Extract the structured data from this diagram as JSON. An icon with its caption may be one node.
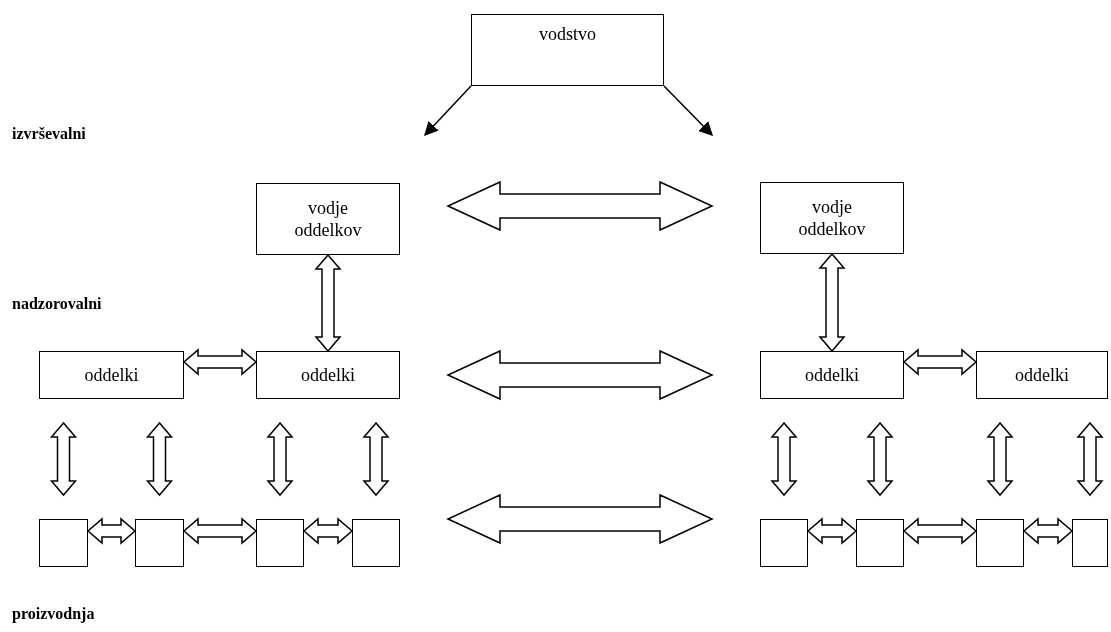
{
  "diagram": {
    "nodes": [
      {
        "text": [
          "vodstvo"
        ]
      },
      {
        "text": [
          "vodje oddelkov"
        ]
      },
      {
        "text": [
          "vodje oddelkov"
        ]
      },
      {
        "text": [
          "oddelki"
        ]
      },
      {
        "text": [
          "oddelki"
        ]
      },
      {
        "text": [
          "oddelki"
        ]
      },
      {
        "text": [
          "oddelki"
        ]
      },
      {
        "text": [],
        "shape": "box"
      },
      {
        "text": [],
        "shape": "box"
      },
      {
        "text": [],
        "shape": "box"
      },
      {
        "text": [],
        "shape": "box"
      },
      {
        "text": [],
        "shape": "box"
      },
      {
        "text": [],
        "shape": "box"
      },
      {
        "text": [],
        "shape": "box"
      },
      {
        "text": [],
        "shape": "box"
      }
    ],
    "edges": [
      {
        "from": 0,
        "to": null,
        "arrow": "to"
      },
      {
        "from": 0,
        "to": null,
        "arrow": "to"
      },
      {
        "from": 1,
        "to": 2,
        "arrow": "both"
      },
      {
        "from": 1,
        "to": 4,
        "arrow": "both"
      },
      {
        "from": 2,
        "to": 5,
        "arrow": "both"
      },
      {
        "from": 3,
        "to": 4,
        "arrow": "both"
      },
      {
        "from": 4,
        "to": 5,
        "arrow": "both"
      },
      {
        "from": 5,
        "to": 6,
        "arrow": "both"
      },
      {
        "from": 3,
        "to": 7,
        "arrow": "both"
      },
      {
        "from": 3,
        "to": 8,
        "arrow": "both"
      },
      {
        "from": 4,
        "to": 9,
        "arrow": "both"
      },
      {
        "from": 4,
        "to": 10,
        "arrow": "both"
      },
      {
        "from": 5,
        "to": 11,
        "arrow": "both"
      },
      {
        "from": 5,
        "to": 12,
        "arrow": "both"
      },
      {
        "from": 6,
        "to": 13,
        "arrow": "both"
      },
      {
        "from": 6,
        "to": 14,
        "arrow": "both"
      },
      {
        "from": 7,
        "to": 8,
        "arrow": "both"
      },
      {
        "from": 8,
        "to": 9,
        "arrow": "both"
      },
      {
        "from": 9,
        "to": 10,
        "arrow": "both"
      },
      {
        "from": 10,
        "to": 11,
        "arrow": "both"
      },
      {
        "from": 11,
        "to": 12,
        "arrow": "both"
      },
      {
        "from": 12,
        "to": 13,
        "arrow": "both"
      },
      {
        "from": 13,
        "to": 14,
        "arrow": "both"
      }
    ],
    "labels": [
      "izvrševalni",
      "nadzorovalni",
      "proizvodnja"
    ]
  }
}
